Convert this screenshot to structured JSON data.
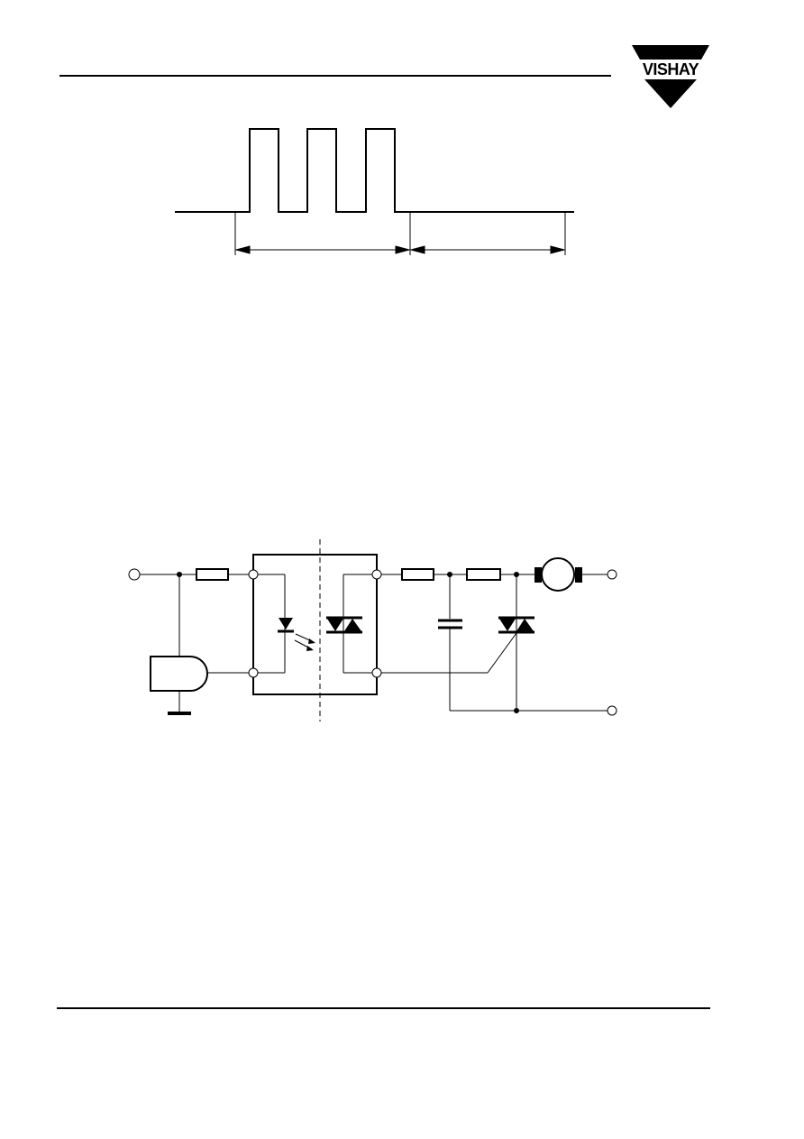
{
  "header": {
    "logo": {
      "text": "VISHAY",
      "color": "#000000"
    }
  },
  "figures": [
    {
      "id": "pulse-train",
      "type": "timing-waveform",
      "pulse_count": 3,
      "dimension_arrows": 2
    },
    {
      "id": "application-circuit",
      "type": "schematic",
      "components": [
        "input-terminal",
        "resistor",
        "logic-gate",
        "ground",
        "optocoupler-led",
        "optocoupler-triac",
        "resistor",
        "capacitor",
        "resistor",
        "triac",
        "motor",
        "output-terminal",
        "output-terminal"
      ]
    }
  ],
  "colors": {
    "ink": "#000000",
    "paper": "#ffffff"
  }
}
